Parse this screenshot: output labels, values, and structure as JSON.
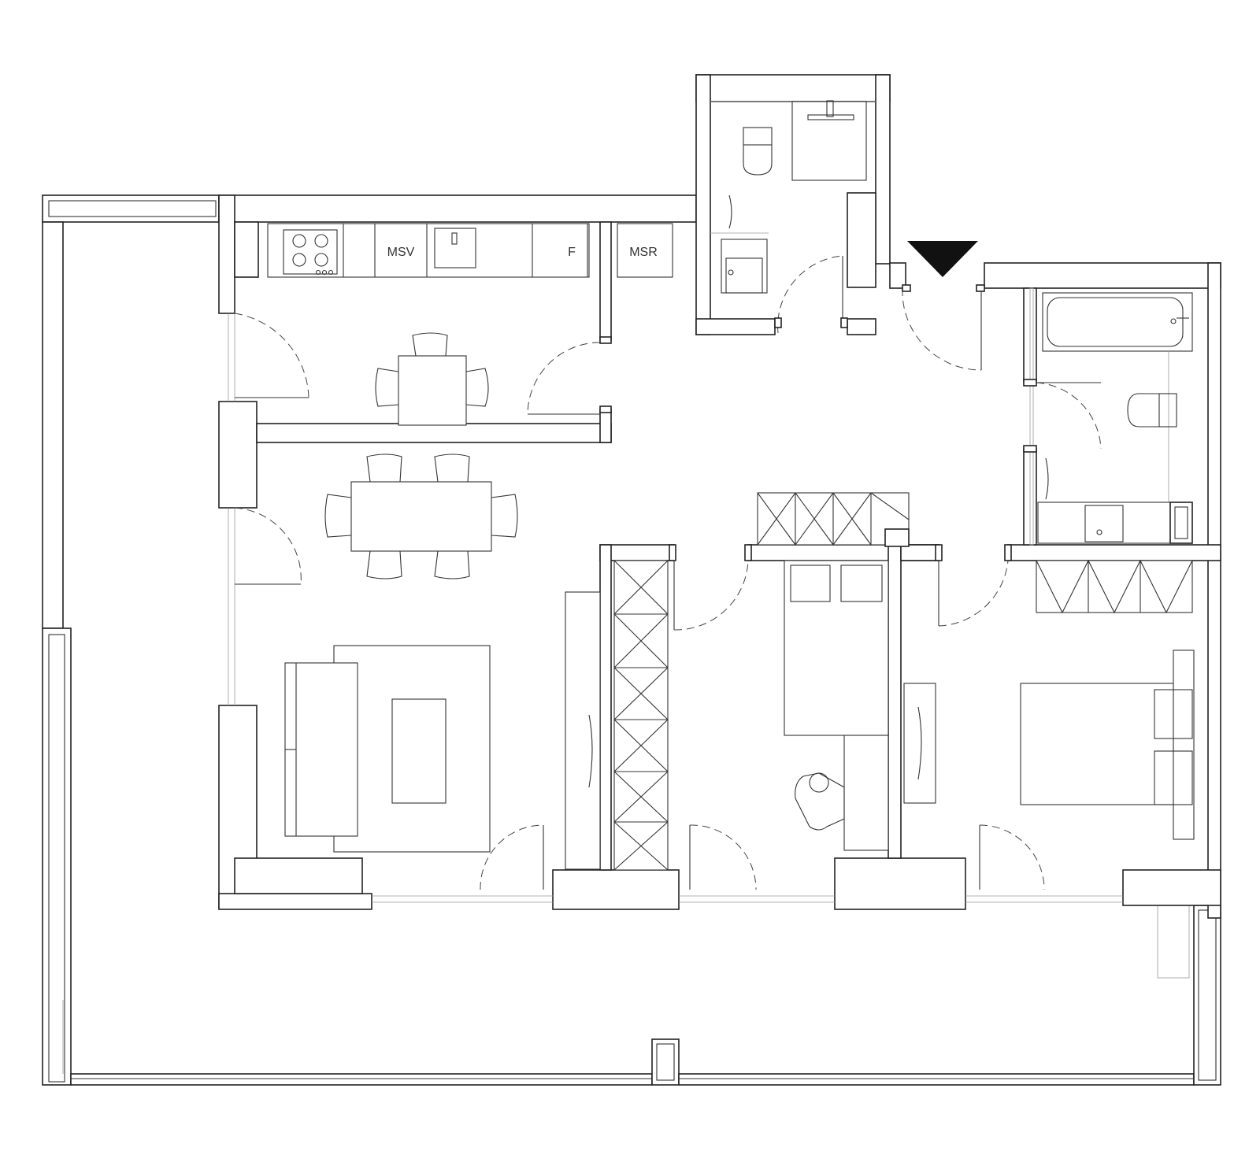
{
  "plan": {
    "entrance_marker_icon": "triangle-down-icon",
    "labels": {
      "dishwasher": "MSV",
      "fridge": "F",
      "washing_machine": "MSR"
    }
  }
}
